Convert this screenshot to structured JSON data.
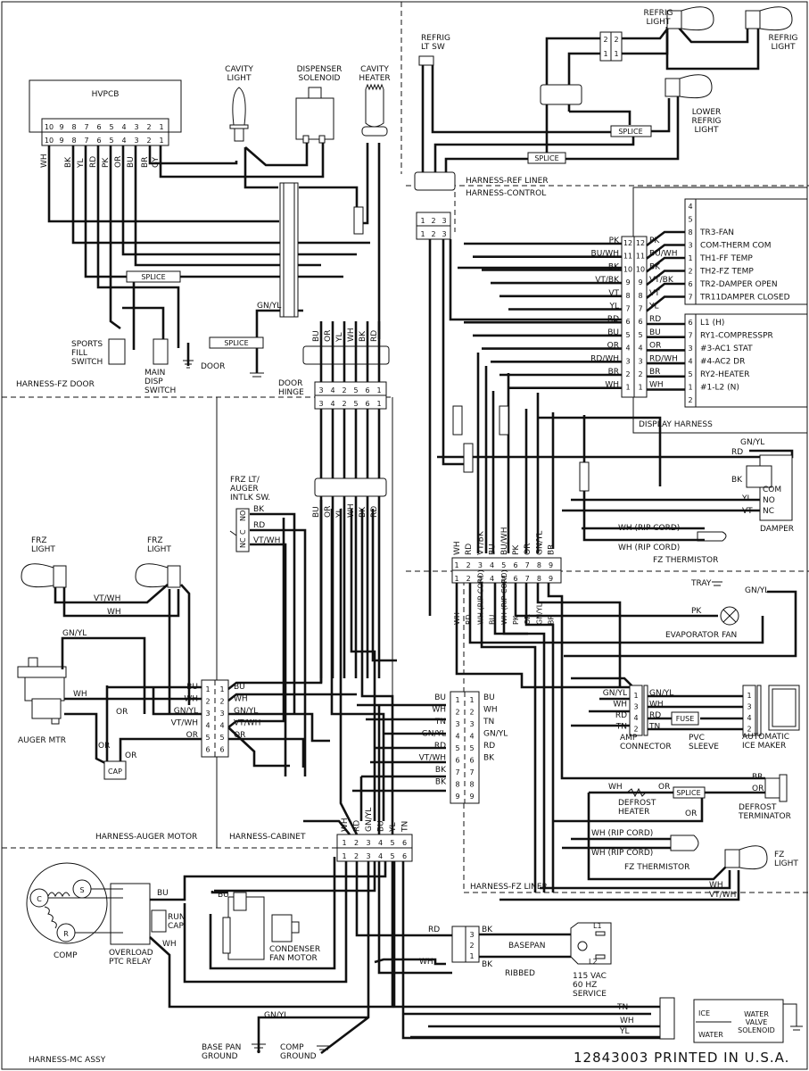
{
  "document": {
    "part_number_line": "12843003 PRINTED IN U.S.A."
  },
  "harness_sections": {
    "fz_door": "HARNESS-FZ DOOR",
    "ref_liner": "HARNESS-REF LINER",
    "control": "HARNESS-CONTROL",
    "display": "DISPLAY HARNESS",
    "auger_motor": "HARNESS-AUGER MOTOR",
    "cabinet": "HARNESS-CABINET",
    "fz_liner": "HARNESS-FZ LINER",
    "mc_assy": "HARNESS-MC ASSY"
  },
  "components": {
    "hvpcb": "HVPCB",
    "cavity_light": [
      "CAVITY",
      "LIGHT"
    ],
    "dispenser_solenoid": [
      "DISPENSER",
      "SOLENOID"
    ],
    "cavity_heater": [
      "CAVITY",
      "HEATER"
    ],
    "sports_fill_switch": [
      "SPORTS",
      "FILL",
      "SWITCH"
    ],
    "main_disp_switch": [
      "MAIN",
      "DISP",
      "SWITCH"
    ],
    "door_ground": "DOOR",
    "door_hinge": [
      "DOOR",
      "HINGE"
    ],
    "refrig_lt_sw": [
      "REFRIG",
      "LT SW"
    ],
    "refrig_light_1": [
      "REFRIG",
      "LIGHT"
    ],
    "refrig_light_2": [
      "REFRIG",
      "LIGHT"
    ],
    "lower_refrig_light": [
      "LOWER",
      "REFRIG",
      "LIGHT"
    ],
    "frz_lt_sw": [
      "FRZ LT/",
      "AUGER",
      "INTLK SW."
    ],
    "frz_light_1": [
      "FRZ",
      "LIGHT"
    ],
    "frz_light_2": [
      "FRZ",
      "LIGHT"
    ],
    "auger_mtr": "AUGER MTR",
    "cap": "CAP",
    "damper": "DAMPER",
    "fz_thermistor": "FZ THERMISTOR",
    "tray": "TRAY",
    "evaporator_fan": "EVAPORATOR FAN",
    "amp_connector": [
      "AMP",
      "CONNECTOR"
    ],
    "pvc_sleeve": [
      "PVC",
      "SLEEVE"
    ],
    "fuse": "FUSE",
    "ice_maker": [
      "AUTOMATIC",
      "ICE MAKER"
    ],
    "defrost_heater": [
      "DEFROST",
      "HEATER"
    ],
    "defrost_terminator": [
      "DEFROST",
      "TERMINATOR"
    ],
    "fz_light": [
      "FZ",
      "LIGHT"
    ],
    "comp": "COMP",
    "overload_relay": [
      "OVERLOAD",
      "PTC RELAY"
    ],
    "run_cap": [
      "RUN",
      "CAP"
    ],
    "condenser_fan": [
      "CONDENSER",
      "FAN MOTOR"
    ],
    "base_pan_ground": [
      "BASE PAN",
      "GROUND"
    ],
    "comp_ground": [
      "COMP",
      "GROUND"
    ],
    "service": [
      "115 VAC",
      "60 HZ",
      "SERVICE"
    ],
    "basepan": "BASEPAN",
    "ribbed": "RIBBED",
    "water_valve": [
      "WATER",
      "VALVE",
      "SOLENOID"
    ],
    "ice": "ICE",
    "water": "WATER",
    "splice": "SPLICE",
    "rip_cord": "WH (RIP CORD)"
  },
  "hvpcb_pins": [
    "10",
    "9",
    "8",
    "7",
    "6",
    "5",
    "4",
    "3",
    "2",
    "1"
  ],
  "hvpcb_wires": [
    "WH",
    "BK",
    "YL",
    "RD",
    "PK",
    "OR",
    "BU",
    "BR",
    "GY"
  ],
  "door_hinge_pins": [
    "3",
    "4",
    "2",
    "5",
    "6",
    "1"
  ],
  "door_hinge_wires": [
    "BU",
    "OR",
    "YL",
    "WH",
    "BK",
    "RD"
  ],
  "control_pins": [
    "12",
    "11",
    "10",
    "9",
    "8",
    "7",
    "6",
    "5",
    "4",
    "3",
    "2",
    "1"
  ],
  "control_wires_left": [
    "PK",
    "BU/WH",
    "BK",
    "VT/BK",
    "VT",
    "YL",
    "RD",
    "BU",
    "OR",
    "RD/WH",
    "BR",
    "WH"
  ],
  "display_upper": [
    {
      "pin": "4",
      "label": ""
    },
    {
      "pin": "5",
      "label": ""
    },
    {
      "pin": "8",
      "label": "TR3-FAN"
    },
    {
      "pin": "3",
      "label": "COM-THERM COM"
    },
    {
      "pin": "1",
      "label": "TH1-FF TEMP"
    },
    {
      "pin": "2",
      "label": "TH2-FZ TEMP"
    },
    {
      "pin": "6",
      "label": "TR2-DAMPER OPEN"
    },
    {
      "pin": "7",
      "label": "TR11DAMPER CLOSED"
    }
  ],
  "display_lower": [
    {
      "pin": "6",
      "label": "L1 (H)"
    },
    {
      "pin": "7",
      "label": "RY1-COMPRESSPR"
    },
    {
      "pin": "3",
      "label": "#3-AC1 STAT"
    },
    {
      "pin": "4",
      "label": "#4-AC2 DR"
    },
    {
      "pin": "5",
      "label": "RY2-HEATER"
    },
    {
      "pin": "1",
      "label": "#1-L2 (N)"
    },
    {
      "pin": "2",
      "label": ""
    }
  ],
  "fz_liner_pins": [
    "1",
    "2",
    "3",
    "4",
    "5",
    "6",
    "7",
    "8",
    "9"
  ],
  "fz_liner_wires_top": [
    "WH",
    "RD",
    "VT/BK",
    "BU",
    "BU/WH",
    "PK",
    "OR",
    "GN/YL",
    "BR"
  ],
  "fz_liner_wires_bottom": [
    "WH",
    "RD",
    "WH (RIP CORD)",
    "BU",
    "WH (RIP CORD)",
    "PK",
    "OR",
    "GN/YL",
    "BR"
  ],
  "damper_terms": [
    "COM",
    "NO",
    "NC"
  ],
  "damper_wires": [
    "GN/YL",
    "RD",
    "BK",
    "YL",
    "VT"
  ],
  "auger_conn_pins": [
    "1",
    "2",
    "3",
    "4",
    "5",
    "6"
  ],
  "auger_conn_wires_left": [
    "BU",
    "WH",
    "GN/YL",
    "VT/WH",
    "OR"
  ],
  "auger_conn_wires_right": [
    "BU",
    "WH",
    "GN/YL",
    "VT/WH",
    "OR"
  ],
  "cab_conn_pins": [
    "1",
    "2",
    "3",
    "4",
    "5",
    "6",
    "7",
    "8",
    "9"
  ],
  "cab_conn_wires_left": [
    "BU",
    "WH",
    "TN",
    "GN/YL",
    "RD",
    "VT/WH",
    "BK",
    "BK"
  ],
  "cab_conn_wires_right": [
    "BU",
    "WH",
    "TN",
    "GN/YL",
    "RD",
    "BK"
  ],
  "mc_conn_pins": [
    "1",
    "2",
    "3",
    "4",
    "5",
    "6"
  ],
  "mc_conn_wires_top": [
    "WH",
    "RD",
    "GN/YL",
    "BU",
    "YL",
    "TN"
  ],
  "amp_pins": [
    "1",
    "3",
    "4",
    "2"
  ],
  "amp_wires": [
    "GN/YL",
    "WH",
    "RD",
    "TN"
  ],
  "ref_conn_pins": [
    "1",
    "2",
    "3"
  ],
  "frz_sw_terms": [
    "NC",
    "C",
    "NO"
  ],
  "frz_sw_wires": [
    "BK",
    "RD",
    "VT/WH"
  ],
  "service_pins": [
    "3",
    "2",
    "1"
  ],
  "service_terms": [
    "L1",
    "L2"
  ],
  "wire_labels": {
    "br": "BR",
    "wh": "WH",
    "gy": "GY",
    "rd": "RD",
    "pk": "PK",
    "yl": "YL",
    "gnyl": "GN/YL",
    "rdwh": "RD/WH",
    "vtwh": "VT/WH",
    "bu": "BU",
    "or": "OR",
    "bk": "BK",
    "tn": "TN",
    "vt": "VT"
  }
}
